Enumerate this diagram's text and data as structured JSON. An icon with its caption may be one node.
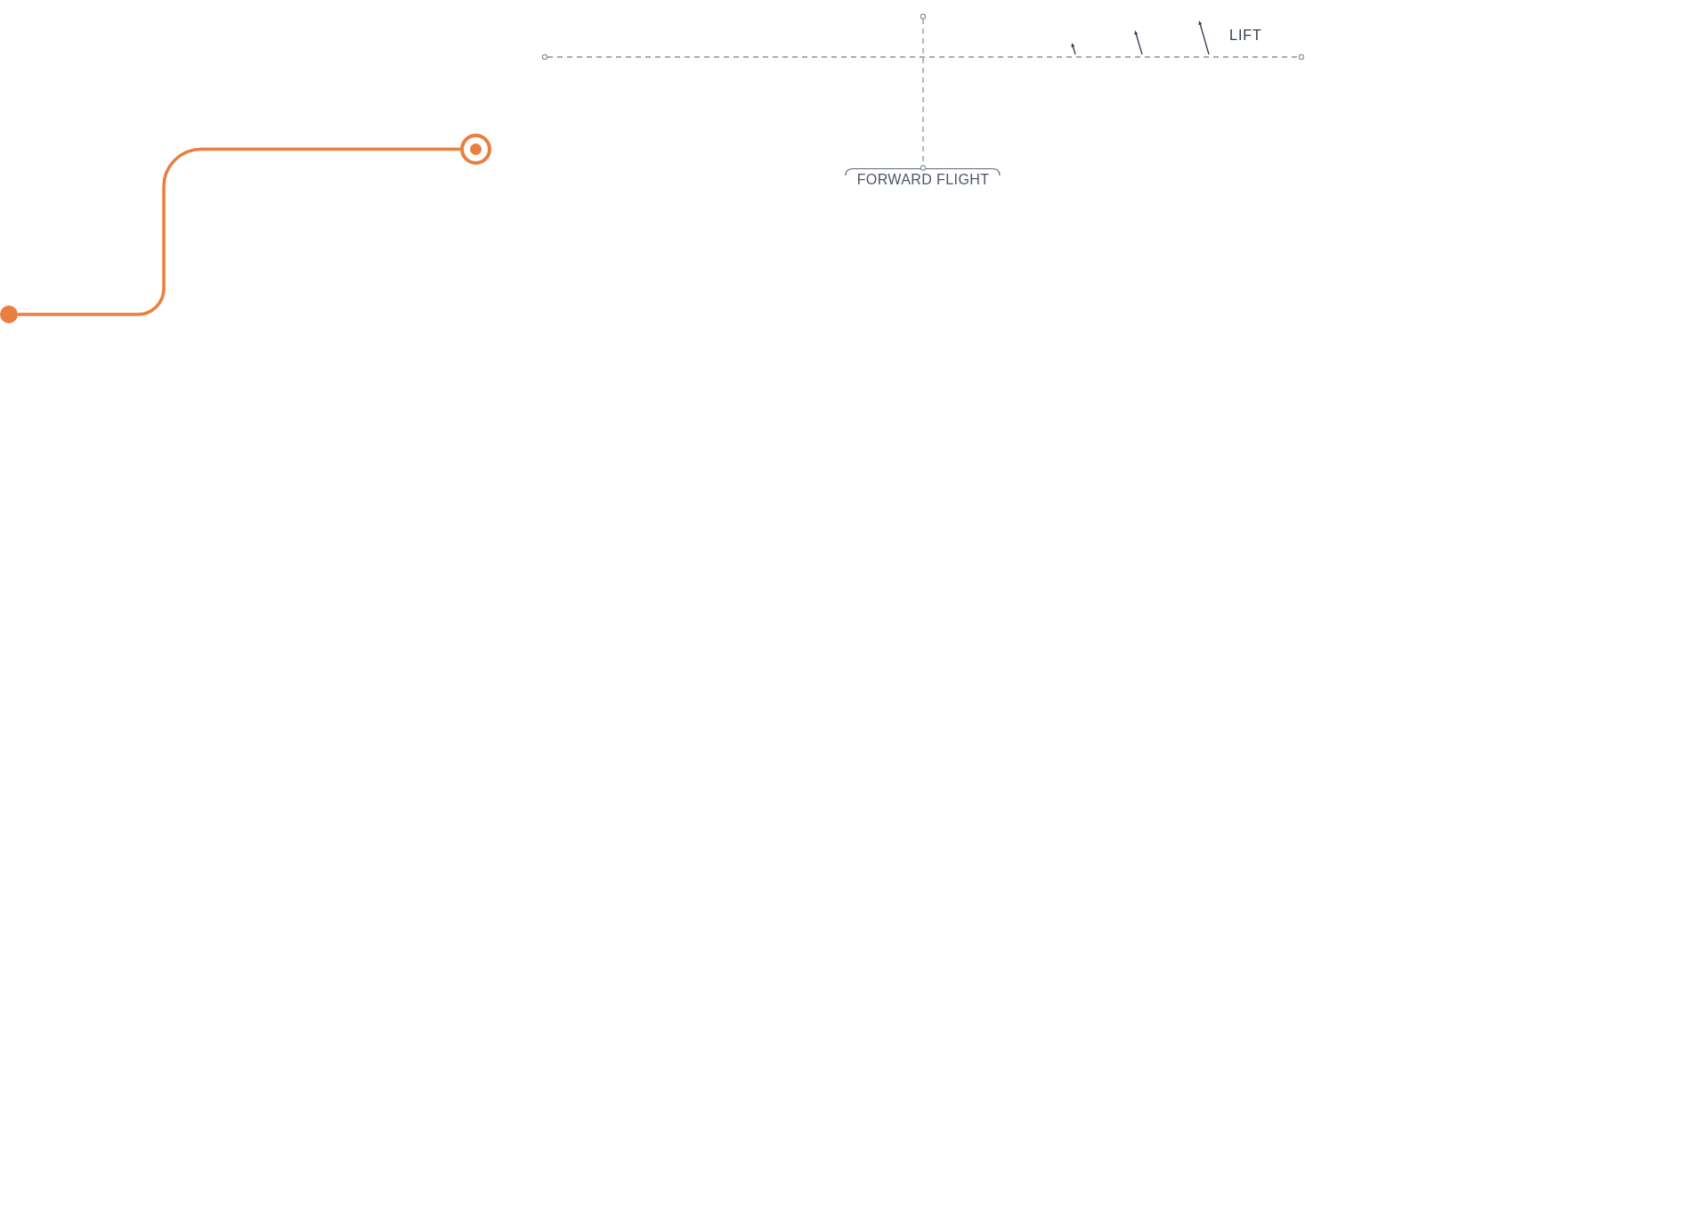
{
  "diagram": {
    "nodes": [
      {
        "text": [],
        "shape": "circle"
      },
      {
        "text": [],
        "shape": "circle"
      }
    ],
    "edges": [
      {
        "from": 0,
        "to": 1,
        "arrow": "none"
      }
    ],
    "labels": [
      "LIFT",
      "FORWARD FLIGHT"
    ]
  }
}
